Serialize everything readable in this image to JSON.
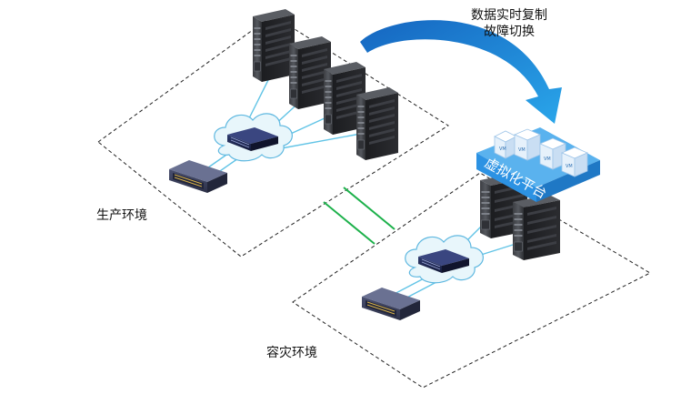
{
  "labels": {
    "production_env": "生产环境",
    "dr_env": "容灾环境",
    "replication_line1": "数据实时复制",
    "replication_line2": "故障切换",
    "virtualization_platform": "虚拟化平台",
    "vm_badge": "VM"
  },
  "colors": {
    "arrow": "#1a8fd9",
    "link": "#62c4e6",
    "cloud_fill": "#e8f6fb",
    "cloud_stroke": "#5fb8e0",
    "green_line": "#1db14b",
    "platform_top": "#5ab2ee",
    "platform_front": "#2c92e3",
    "platform_side": "#1f78c5"
  }
}
